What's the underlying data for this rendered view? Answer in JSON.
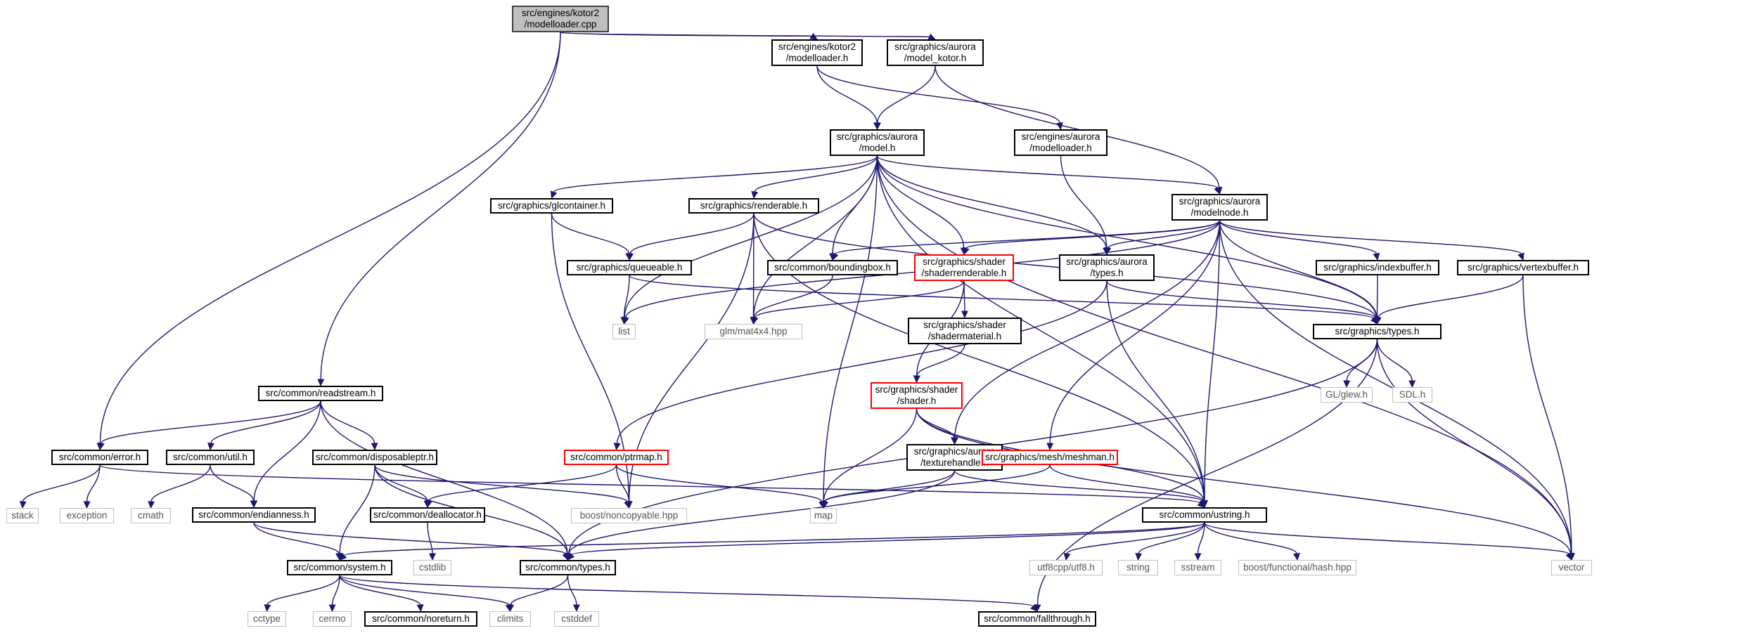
{
  "graph": {
    "nodes": [
      {
        "id": "n0",
        "label": "src/engines/kotor2\n/modelloader.cpp",
        "kind": "root"
      },
      {
        "id": "n1",
        "label": "src/engines/kotor2\n/modelloader.h",
        "kind": "normal"
      },
      {
        "id": "n2",
        "label": "src/graphics/aurora\n/model_kotor.h",
        "kind": "normal"
      },
      {
        "id": "n3",
        "label": "src/graphics/aurora\n/model.h",
        "kind": "normal"
      },
      {
        "id": "n4",
        "label": "src/engines/aurora\n/modelloader.h",
        "kind": "normal"
      },
      {
        "id": "n5",
        "label": "src/graphics/glcontainer.h",
        "kind": "normal"
      },
      {
        "id": "n6",
        "label": "src/graphics/renderable.h",
        "kind": "normal"
      },
      {
        "id": "n7",
        "label": "src/graphics/aurora\n/modelnode.h",
        "kind": "normal"
      },
      {
        "id": "n8",
        "label": "src/graphics/queueable.h",
        "kind": "normal"
      },
      {
        "id": "n9",
        "label": "src/common/boundingbox.h",
        "kind": "normal"
      },
      {
        "id": "n10",
        "label": "src/graphics/shader\n/shaderrenderable.h",
        "kind": "red"
      },
      {
        "id": "n11",
        "label": "src/graphics/aurora\n/types.h",
        "kind": "normal"
      },
      {
        "id": "n12",
        "label": "src/graphics/indexbuffer.h",
        "kind": "normal"
      },
      {
        "id": "n13",
        "label": "src/graphics/vertexbuffer.h",
        "kind": "normal"
      },
      {
        "id": "n14",
        "label": "list",
        "kind": "ext"
      },
      {
        "id": "n15",
        "label": "glm/mat4x4.hpp",
        "kind": "ext"
      },
      {
        "id": "n16",
        "label": "src/graphics/shader\n/shadermaterial.h",
        "kind": "normal"
      },
      {
        "id": "n17",
        "label": "src/graphics/types.h",
        "kind": "normal"
      },
      {
        "id": "n18",
        "label": "src/common/readstream.h",
        "kind": "normal"
      },
      {
        "id": "n19",
        "label": "src/graphics/shader\n/shader.h",
        "kind": "red"
      },
      {
        "id": "n20",
        "label": "GL/glew.h",
        "kind": "ext"
      },
      {
        "id": "n21",
        "label": "SDL.h",
        "kind": "ext"
      },
      {
        "id": "n22",
        "label": "src/common/error.h",
        "kind": "normal"
      },
      {
        "id": "n23",
        "label": "src/common/util.h",
        "kind": "normal"
      },
      {
        "id": "n24",
        "label": "src/common/disposableptr.h",
        "kind": "normal"
      },
      {
        "id": "n25",
        "label": "src/common/ptrmap.h",
        "kind": "red"
      },
      {
        "id": "n26",
        "label": "src/graphics/aurora\n/texturehandle.h",
        "kind": "normal"
      },
      {
        "id": "n27",
        "label": "src/graphics/mesh/meshman.h",
        "kind": "red"
      },
      {
        "id": "n28",
        "label": "stack",
        "kind": "ext"
      },
      {
        "id": "n29",
        "label": "exception",
        "kind": "ext"
      },
      {
        "id": "n30",
        "label": "cmath",
        "kind": "ext"
      },
      {
        "id": "n31",
        "label": "src/common/endianness.h",
        "kind": "normal"
      },
      {
        "id": "n32",
        "label": "src/common/deallocator.h",
        "kind": "normal"
      },
      {
        "id": "n33",
        "label": "boost/noncopyable.hpp",
        "kind": "ext"
      },
      {
        "id": "n34",
        "label": "map",
        "kind": "ext"
      },
      {
        "id": "n35",
        "label": "src/common/ustring.h",
        "kind": "normal"
      },
      {
        "id": "n36",
        "label": "cstdlib",
        "kind": "ext"
      },
      {
        "id": "n37",
        "label": "src/common/system.h",
        "kind": "normal"
      },
      {
        "id": "n38",
        "label": "src/common/types.h",
        "kind": "normal"
      },
      {
        "id": "n39",
        "label": "utf8cpp/utf8.h",
        "kind": "ext"
      },
      {
        "id": "n40",
        "label": "string",
        "kind": "ext"
      },
      {
        "id": "n41",
        "label": "sstream",
        "kind": "ext"
      },
      {
        "id": "n42",
        "label": "boost/functional/hash.hpp",
        "kind": "ext"
      },
      {
        "id": "n43",
        "label": "vector",
        "kind": "ext"
      },
      {
        "id": "n44",
        "label": "cctype",
        "kind": "ext"
      },
      {
        "id": "n45",
        "label": "cerrno",
        "kind": "ext"
      },
      {
        "id": "n46",
        "label": "src/common/noreturn.h",
        "kind": "normal"
      },
      {
        "id": "n47",
        "label": "climits",
        "kind": "ext"
      },
      {
        "id": "n48",
        "label": "cstddef",
        "kind": "ext"
      },
      {
        "id": "n49",
        "label": "src/common/fallthrough.h",
        "kind": "normal"
      }
    ],
    "edges": [
      [
        "n0",
        "n1"
      ],
      [
        "n0",
        "n2"
      ],
      [
        "n0",
        "n18"
      ],
      [
        "n0",
        "n22"
      ],
      [
        "n1",
        "n3"
      ],
      [
        "n1",
        "n4"
      ],
      [
        "n2",
        "n3"
      ],
      [
        "n2",
        "n7"
      ],
      [
        "n3",
        "n5"
      ],
      [
        "n3",
        "n6"
      ],
      [
        "n3",
        "n7"
      ],
      [
        "n3",
        "n9"
      ],
      [
        "n3",
        "n10"
      ],
      [
        "n3",
        "n11"
      ],
      [
        "n3",
        "n14"
      ],
      [
        "n3",
        "n15"
      ],
      [
        "n3",
        "n17"
      ],
      [
        "n3",
        "n34"
      ],
      [
        "n3",
        "n35"
      ],
      [
        "n3",
        "n43"
      ],
      [
        "n4",
        "n11"
      ],
      [
        "n5",
        "n8"
      ],
      [
        "n5",
        "n33"
      ],
      [
        "n6",
        "n8"
      ],
      [
        "n6",
        "n15"
      ],
      [
        "n6",
        "n17"
      ],
      [
        "n6",
        "n35"
      ],
      [
        "n6",
        "n33"
      ],
      [
        "n7",
        "n9"
      ],
      [
        "n7",
        "n10"
      ],
      [
        "n7",
        "n11"
      ],
      [
        "n7",
        "n12"
      ],
      [
        "n7",
        "n13"
      ],
      [
        "n7",
        "n14"
      ],
      [
        "n7",
        "n17"
      ],
      [
        "n7",
        "n26"
      ],
      [
        "n7",
        "n27"
      ],
      [
        "n7",
        "n35"
      ],
      [
        "n7",
        "n43"
      ],
      [
        "n8",
        "n14"
      ],
      [
        "n8",
        "n17"
      ],
      [
        "n9",
        "n15"
      ],
      [
        "n10",
        "n15"
      ],
      [
        "n10",
        "n16"
      ],
      [
        "n10",
        "n19"
      ],
      [
        "n11",
        "n17"
      ],
      [
        "n11",
        "n25"
      ],
      [
        "n11",
        "n35"
      ],
      [
        "n12",
        "n17"
      ],
      [
        "n13",
        "n17"
      ],
      [
        "n13",
        "n43"
      ],
      [
        "n16",
        "n19"
      ],
      [
        "n17",
        "n20"
      ],
      [
        "n17",
        "n21"
      ],
      [
        "n17",
        "n38"
      ],
      [
        "n17",
        "n43"
      ],
      [
        "n17",
        "n49"
      ],
      [
        "n18",
        "n22"
      ],
      [
        "n18",
        "n23"
      ],
      [
        "n18",
        "n24"
      ],
      [
        "n18",
        "n31"
      ],
      [
        "n18",
        "n38"
      ],
      [
        "n19",
        "n26"
      ],
      [
        "n19",
        "n34"
      ],
      [
        "n19",
        "n35"
      ],
      [
        "n19",
        "n43"
      ],
      [
        "n22",
        "n28"
      ],
      [
        "n22",
        "n29"
      ],
      [
        "n22",
        "n35"
      ],
      [
        "n23",
        "n30"
      ],
      [
        "n23",
        "n31"
      ],
      [
        "n24",
        "n32"
      ],
      [
        "n24",
        "n33"
      ],
      [
        "n24",
        "n37"
      ],
      [
        "n24",
        "n38"
      ],
      [
        "n25",
        "n32"
      ],
      [
        "n25",
        "n33"
      ],
      [
        "n25",
        "n34"
      ],
      [
        "n26",
        "n34"
      ],
      [
        "n26",
        "n35"
      ],
      [
        "n26",
        "n38"
      ],
      [
        "n27",
        "n34"
      ],
      [
        "n27",
        "n35"
      ],
      [
        "n31",
        "n37"
      ],
      [
        "n31",
        "n38"
      ],
      [
        "n32",
        "n36"
      ],
      [
        "n35",
        "n37"
      ],
      [
        "n35",
        "n38"
      ],
      [
        "n35",
        "n39"
      ],
      [
        "n35",
        "n40"
      ],
      [
        "n35",
        "n41"
      ],
      [
        "n35",
        "n42"
      ],
      [
        "n35",
        "n43"
      ],
      [
        "n37",
        "n44"
      ],
      [
        "n37",
        "n45"
      ],
      [
        "n37",
        "n46"
      ],
      [
        "n37",
        "n47"
      ],
      [
        "n37",
        "n49"
      ],
      [
        "n38",
        "n47"
      ],
      [
        "n38",
        "n48"
      ]
    ]
  }
}
